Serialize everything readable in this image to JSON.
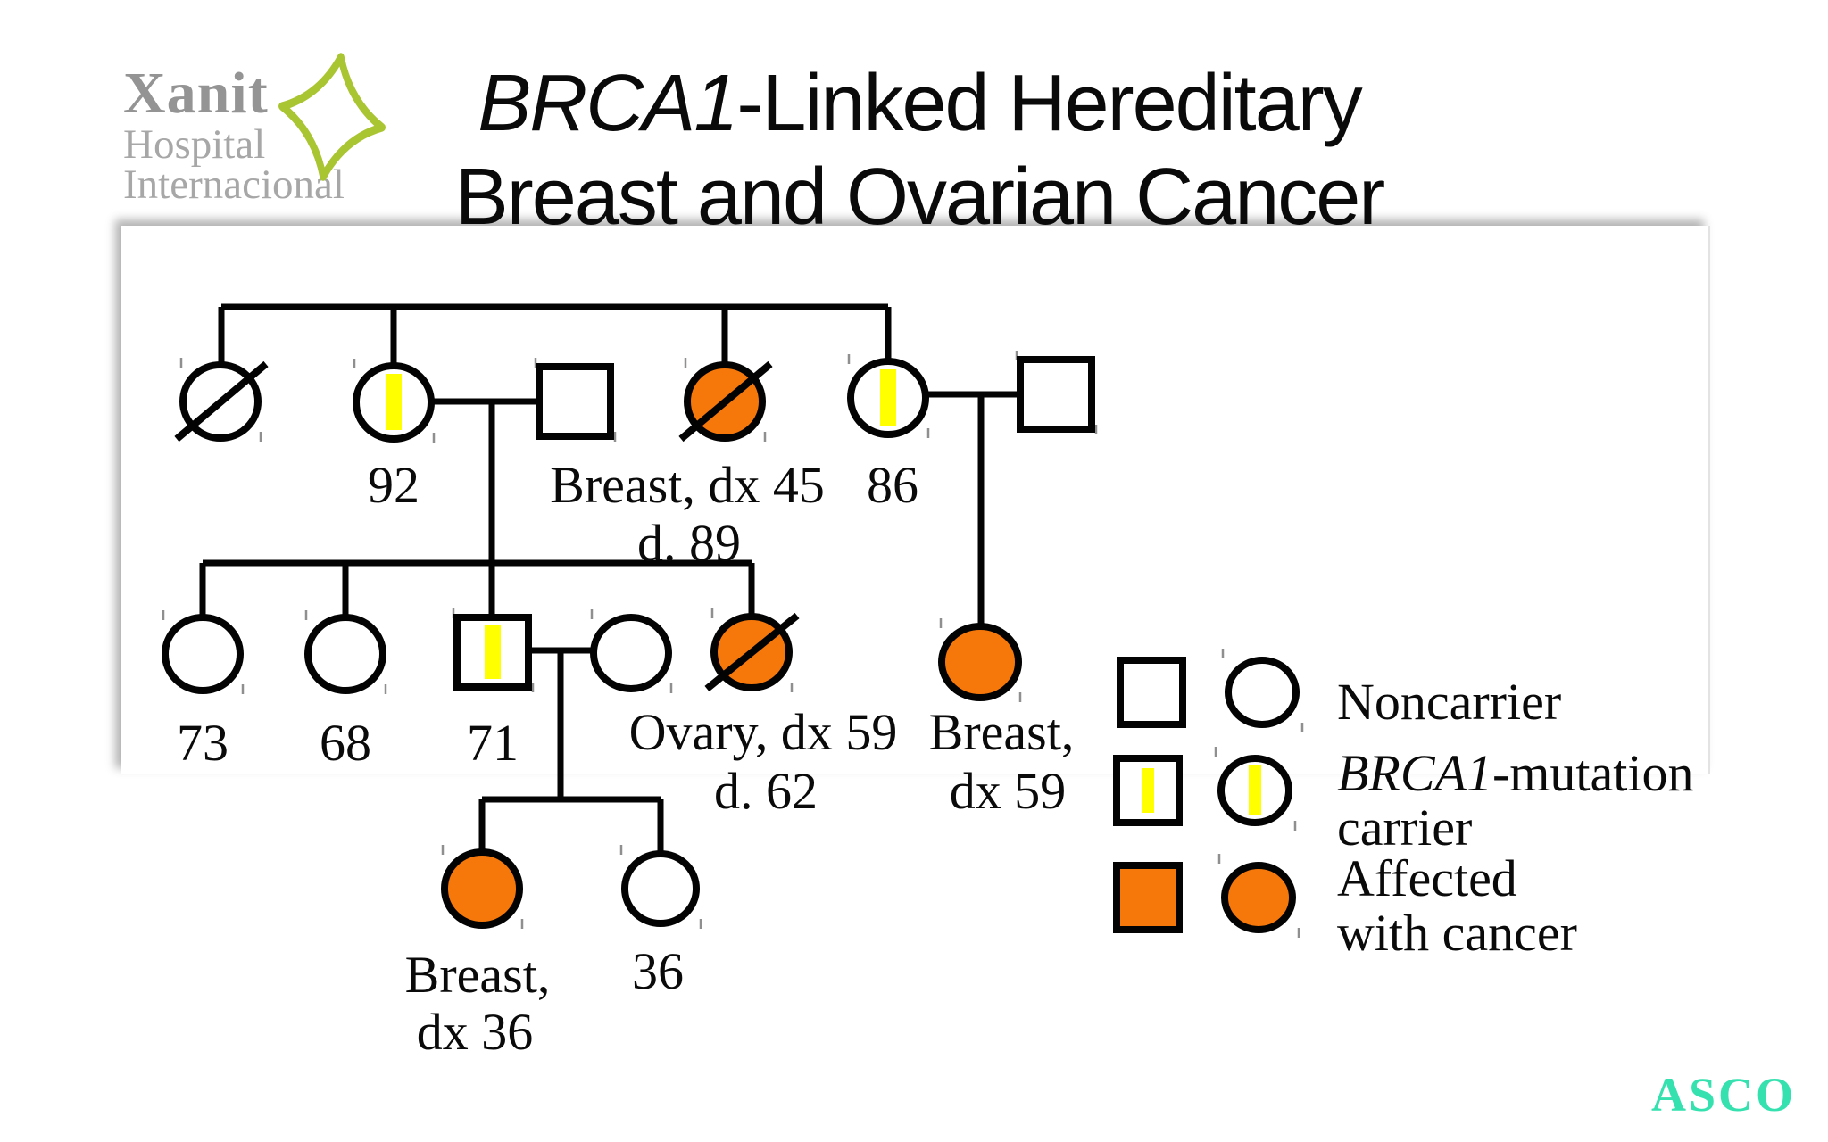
{
  "logo": {
    "name": "Xanit",
    "line2": "Hospital",
    "line3": "Internacional",
    "mark": "green-star-icon",
    "gray": "#9a9a9a",
    "green": "#a9c532"
  },
  "title": {
    "italic": "BRCA1",
    "line1_rest": "-Linked Hereditary",
    "line2": "Breast and Ovarian Cancer"
  },
  "footer": {
    "asco": "ASCO"
  },
  "colors": {
    "affected_fill": "#f7780a",
    "carrier_stripe": "#ffff00",
    "outline": "#030303",
    "asco_teal": "#35e1af"
  },
  "pedigree": {
    "gen1": [
      {
        "symbol": "circle",
        "sex": "female",
        "status": "noncarrier",
        "deceased": true
      },
      {
        "symbol": "circle",
        "sex": "female",
        "status": "carrier",
        "label": "92"
      },
      {
        "symbol": "square",
        "sex": "male",
        "status": "noncarrier"
      },
      {
        "symbol": "circle",
        "sex": "female",
        "status": "affected",
        "deceased": true,
        "label": "Breast, dx 45",
        "label2": "d. 89"
      },
      {
        "symbol": "circle",
        "sex": "female",
        "status": "carrier",
        "label": "86"
      },
      {
        "symbol": "square",
        "sex": "male",
        "status": "noncarrier"
      }
    ],
    "gen2": [
      {
        "symbol": "circle",
        "sex": "female",
        "status": "noncarrier",
        "label": "73"
      },
      {
        "symbol": "circle",
        "sex": "female",
        "status": "noncarrier",
        "label": "68"
      },
      {
        "symbol": "square",
        "sex": "male",
        "status": "carrier",
        "label": "71"
      },
      {
        "symbol": "circle",
        "sex": "female",
        "status": "noncarrier"
      },
      {
        "symbol": "circle",
        "sex": "female",
        "status": "affected",
        "deceased": true,
        "label": "Ovary, dx 59",
        "label2": "d. 62"
      },
      {
        "symbol": "circle",
        "sex": "female",
        "status": "affected",
        "label": "Breast,",
        "label2": "dx 59"
      }
    ],
    "gen3": [
      {
        "symbol": "circle",
        "sex": "female",
        "status": "affected",
        "label": "Breast,",
        "label2": "dx 36"
      },
      {
        "symbol": "circle",
        "sex": "female",
        "status": "noncarrier",
        "label": "36"
      }
    ]
  },
  "legend": {
    "rows": [
      {
        "symbols": "square+circle outline",
        "label": "Noncarrier"
      },
      {
        "symbols": "square+circle yellow stripe",
        "label_italic": "BRCA1",
        "label_rest": "-mutation",
        "label2": "carrier"
      },
      {
        "symbols": "square+circle orange fill",
        "label": "Affected",
        "label2": "with cancer"
      }
    ]
  }
}
